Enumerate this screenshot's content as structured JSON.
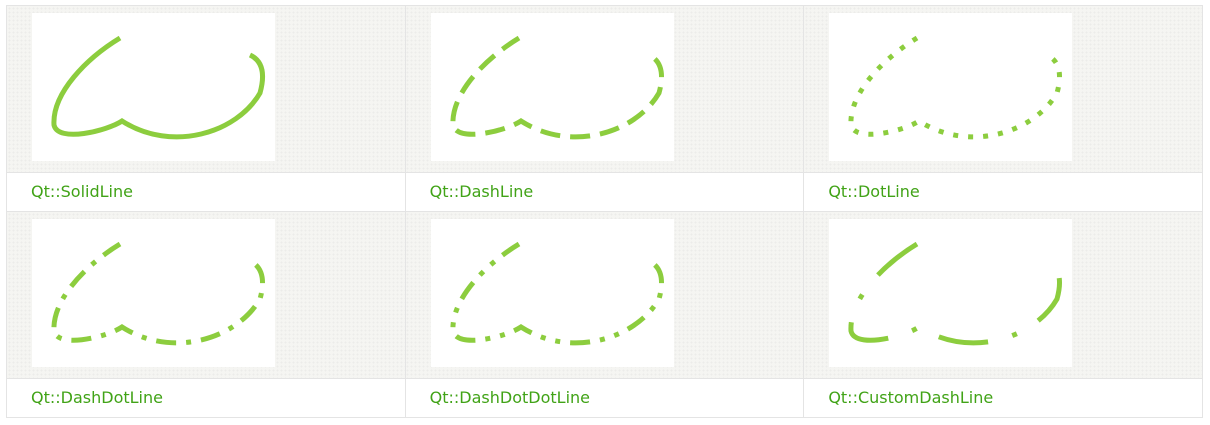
{
  "pens": [
    {
      "label": "Qt::SolidLine",
      "dash": ""
    },
    {
      "label": "Qt::DashLine",
      "dash": "20 10"
    },
    {
      "label": "Qt::DotLine",
      "dash": "5 10"
    },
    {
      "label": "Qt::DashDotLine",
      "dash": "20 10 5 10"
    },
    {
      "label": "Qt::DashDotDotLine",
      "dash": "20 10 5 10 5 10"
    },
    {
      "label": "Qt::CustomDashLine",
      "dash": "50 25 5 25"
    }
  ],
  "colors": {
    "pen": "#8ccd3e",
    "label": "#41a317",
    "border": "#e4e4e4",
    "cell_background": "#f5f5f2"
  }
}
